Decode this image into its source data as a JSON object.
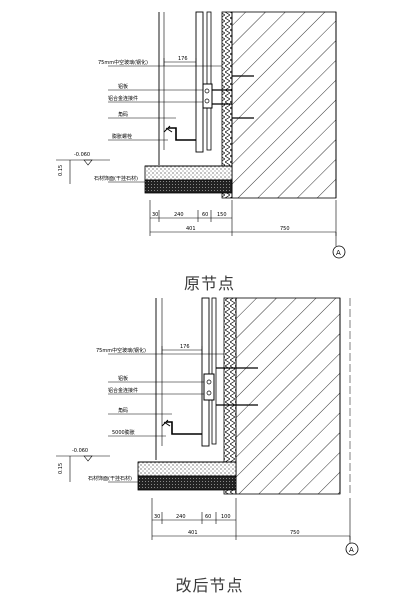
{
  "sections": [
    {
      "caption": "原节点",
      "labels": [
        "75mm中空玻璃(钢化)",
        "铝板",
        "铝合金连接件",
        "角码",
        "膨胀螺栓",
        "石材饰面(干挂石材)"
      ],
      "top_dim": "176",
      "elevation": "-0.060",
      "side_dim": "0.15",
      "dims_row1": [
        "30",
        "240",
        "60",
        "150"
      ],
      "dims_row2": [
        "401",
        "750"
      ],
      "axis": "A"
    },
    {
      "caption": "改后节点",
      "labels": [
        "75mm中空玻璃(钢化)",
        "铝板",
        "铝合金连接件",
        "角码",
        "5000膨胀",
        "石材饰面(干挂石材)"
      ],
      "top_dim": "176",
      "elevation": "-0.060",
      "side_dim": "0.15",
      "dims_row1": [
        "30",
        "240",
        "60",
        "100"
      ],
      "dims_row2": [
        "401",
        "750"
      ],
      "axis": "A"
    }
  ]
}
